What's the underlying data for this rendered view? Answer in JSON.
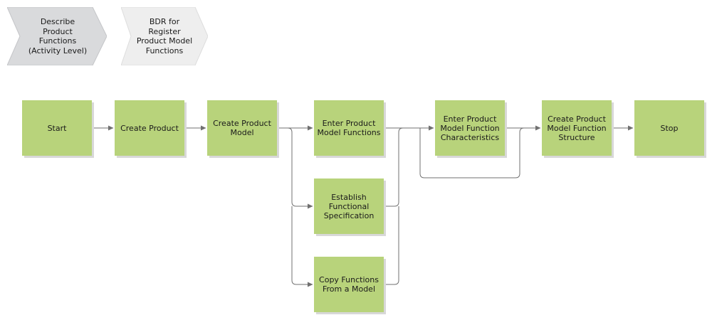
{
  "process_header": {
    "describe_label": "Describe\nProduct\nFunctions\n(Activity Level)",
    "bdr_label": "BDR for\nRegister\nProduct Model\nFunctions"
  },
  "flow": {
    "start": "Start",
    "create_product": "Create Product",
    "create_product_model": "Create Product\nModel",
    "enter_product_model_functions": "Enter Product\nModel Functions",
    "establish_functional_specification": "Establish\nFunctional\nSpecification",
    "copy_functions_from_model": "Copy Functions\nFrom a Model",
    "enter_function_characteristics": "Enter Product\nModel Function\nCharacteristics",
    "create_function_structure": "Create Product\nModel Function\nStructure",
    "stop": "Stop"
  },
  "colors": {
    "activity_fill": "#b8d37b",
    "chevron_active_fill": "#d9dadc",
    "chevron_inactive_fill": "#eeeeee",
    "connector": "#707070"
  }
}
